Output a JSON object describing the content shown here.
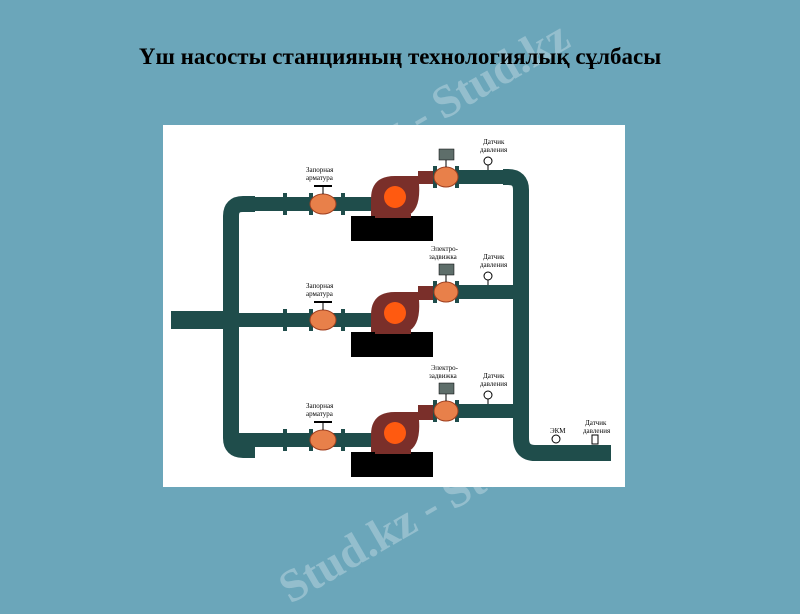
{
  "title": "Үш насосты станцияның технологиялық сұлбасы",
  "watermark": "Stud.kz - Stud.kz",
  "diagram": {
    "labels": {
      "valve_line1": "Запорная",
      "valve_line2": "арматура",
      "motor_valve_line1": "Электро-",
      "motor_valve_line2": "задвижка",
      "sensor_line1": "Датчик",
      "sensor_line2": "давления",
      "ekm": "ЭКМ"
    },
    "colors": {
      "pipe": "#1f4d4b",
      "pump": "#7a2f2a",
      "impeller": "#ff5a10",
      "valve": "#e8804a",
      "base": "#000000",
      "actuator": "#5e6e6a"
    }
  }
}
